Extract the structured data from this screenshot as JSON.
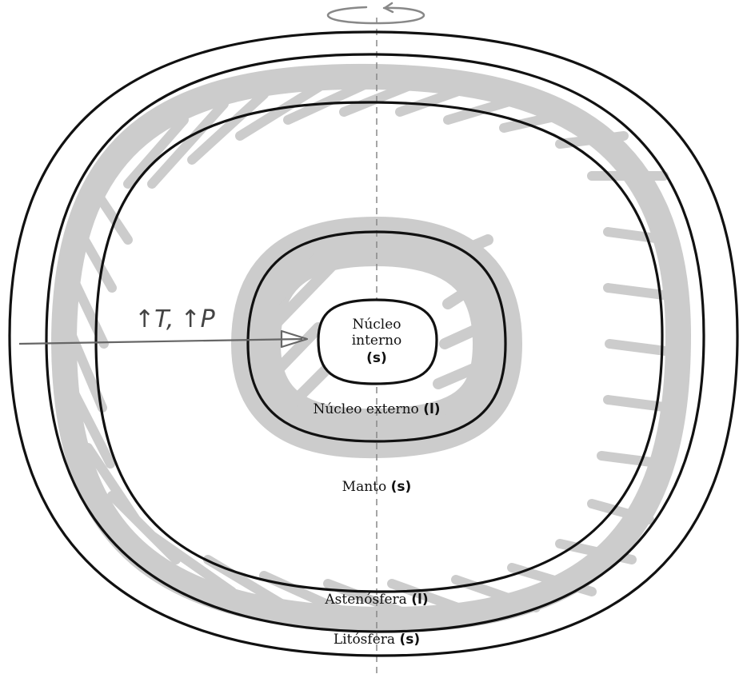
{
  "colors": {
    "hatch": "#cccccc",
    "outline": "#111111",
    "axis": "#888888",
    "arrow": "#666666"
  },
  "layers": {
    "inner_core": {
      "line1": "Núcleo",
      "line2": "interno",
      "state": "(s)"
    },
    "outer_core": {
      "name": "Núcleo externo",
      "state": "(l)"
    },
    "mantle": {
      "name": "Manto",
      "state": "(s)"
    },
    "asthenosphere": {
      "name": "Astenósfera",
      "state": "(l)"
    },
    "lithosphere": {
      "name": "Litósfera",
      "state": "(s)"
    }
  },
  "gradient_annotation": {
    "symbol": "↑",
    "temperature": "T,",
    "pressure": "P"
  },
  "icons": {
    "rotation": "rotation-arrow-icon",
    "gradient": "up-arrow-icon"
  }
}
